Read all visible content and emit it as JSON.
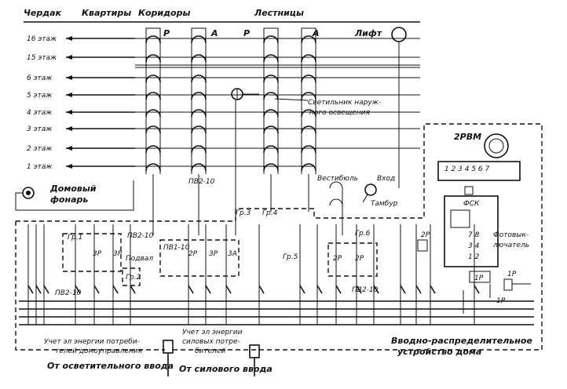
{
  "headers": {
    "attic": "Чердак",
    "apartments": "Квартиры",
    "corridors": "Коридоры",
    "stairs": "Лестницы",
    "lift": "Лифт"
  },
  "floors": [
    "16 этаж",
    "15 этаж",
    "6 этаж",
    "5 этаж",
    "4 этаж",
    "3 этаж",
    "2 этаж",
    "1 этаж"
  ],
  "column_tags": {
    "corr_left": "Р",
    "corr_right": "А",
    "stair_left": "Р",
    "stair_right": "А"
  },
  "labels": {
    "outdoor_lamp": "Светильник наруж-",
    "outdoor_lamp2": "ного освещения",
    "house_lamp": "Домовый",
    "house_lamp2": "фонарь",
    "vestibule": "Вестибюль",
    "entrance": "Вход",
    "tambour": "Тамбур",
    "pv_corr": "ПВ2-10",
    "pv_left": "ПВ2-10",
    "pv_basement": "ПВ2-10",
    "pv_right": "ПВ2-10",
    "pv_small": "ПВ1-10",
    "basement": "Подвал",
    "gr1": "Гр.1",
    "gr2": "Гр.2",
    "gr3": "Гр.3",
    "gr4": "Гр.4",
    "gr5": "Гр.5",
    "gr6": "Гр.6",
    "r3a": "3Р",
    "r3b": "3Р",
    "r2a": "2Р",
    "r3c": "3Р",
    "r3d": "3А",
    "r2b": "2Р",
    "r2c": "2Р",
    "r2d": "2Р",
    "r1": "1Р",
    "r1b": "1Р",
    "r1c": "1Р",
    "rvm": "2РВМ",
    "fsk": "ФСК",
    "photo1": "Фотовык-",
    "photo2": "лючатель",
    "meter_home1": "Учет эл энергии потреби-",
    "meter_home2": "телей домоуправления",
    "meter_power1": "Учет эл энергии",
    "meter_power2": "силовых потре-",
    "meter_power3": "бителей",
    "input_light": "От осветительного ввода",
    "input_power": "От силового ввода",
    "vru1": "Вводно-распределительное",
    "vru2": "устройство дома",
    "terminals": "1 2 3 4 5 6 7",
    "fsk_top": "7 8",
    "fsk_mid": "3 4",
    "fsk_bot": "1 2"
  }
}
